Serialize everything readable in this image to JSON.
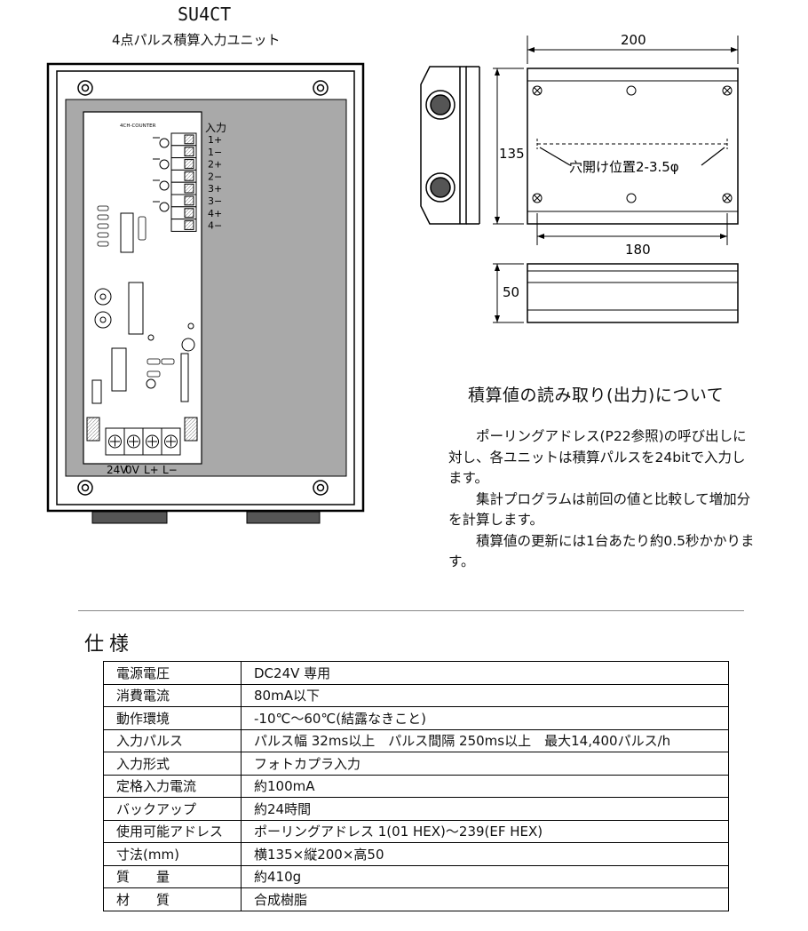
{
  "header": {
    "model": "SU4CT",
    "subtitle": "4点パルス積算入力ユニット"
  },
  "board": {
    "label": "4CH-COUNTER",
    "input_title": "入力",
    "inputs": [
      "1+",
      "1−",
      "2+",
      "2−",
      "3+",
      "3−",
      "4+",
      "4−"
    ],
    "power_terminals": [
      "24V",
      "0V",
      "L+",
      "L−"
    ]
  },
  "dimensions": {
    "width": "200",
    "height": "135",
    "hole_pitch": "180",
    "depth": "50",
    "hole_note": "穴開け位置2-3.5φ"
  },
  "reading": {
    "title": "積算値の読み取り(出力)について",
    "paragraphs": [
      "ポーリングアドレス(P22参照)の呼び出しに対し、各ユニットは積算パルスを24bitで入力します。",
      "集計プログラムは前回の値と比較して増加分を計算します。",
      "積算値の更新には1台あたり約0.5秒かかります。"
    ]
  },
  "spec": {
    "title": "仕様",
    "rows": [
      {
        "key": "電源電圧",
        "value": "DC24V 専用"
      },
      {
        "key": "消費電流",
        "value": "80mA以下"
      },
      {
        "key": "動作環境",
        "value": "-10℃～60℃(結露なきこと)"
      },
      {
        "key": "入力パルス",
        "value": "パルス幅 32ms以上　パルス間隔 250ms以上　最大14,400パルス/h"
      },
      {
        "key": "入力形式",
        "value": "フォトカプラ入力"
      },
      {
        "key": "定格入力電流",
        "value": "約100mA"
      },
      {
        "key": "バックアップ",
        "value": "約24時間"
      },
      {
        "key": "使用可能アドレス",
        "value": "ポーリングアドレス 1(01 HEX)～239(EF HEX)"
      },
      {
        "key": "寸法(mm)",
        "value": "横135×縦200×高50"
      },
      {
        "key": "質　　量",
        "value": "約410g"
      },
      {
        "key": "材　　質",
        "value": "合成樹脂"
      }
    ]
  }
}
